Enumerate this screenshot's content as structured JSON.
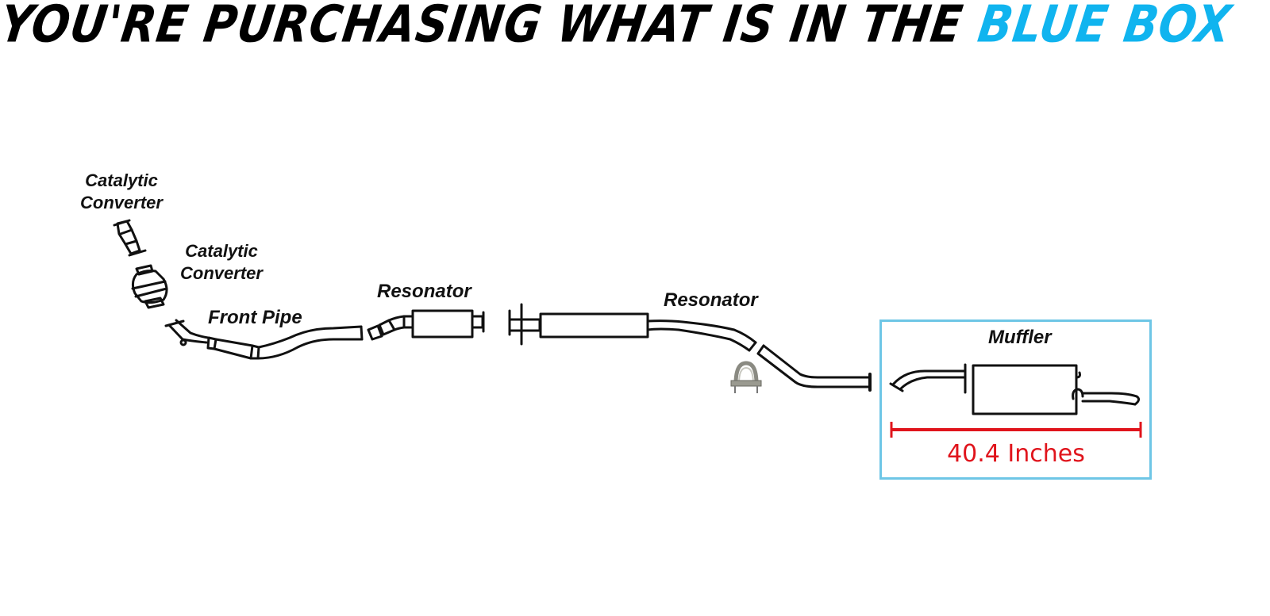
{
  "headline": {
    "main": "YOU'RE PURCHASING WHAT IS IN THE ",
    "accent": "BLUE BOX",
    "accent_color": "#10b4ef"
  },
  "parts": {
    "catalytic_converter_1": {
      "line1": "Catalytic",
      "line2": "Converter"
    },
    "catalytic_converter_2": {
      "line1": "Catalytic",
      "line2": "Converter"
    },
    "front_pipe": "Front Pipe",
    "resonator_1": "Resonator",
    "resonator_2": "Resonator",
    "muffler": "Muffler"
  },
  "measurement": {
    "text": "40.4 Inches",
    "color": "#e0141c"
  },
  "highlight_box": {
    "color": "#6ec6e6"
  }
}
